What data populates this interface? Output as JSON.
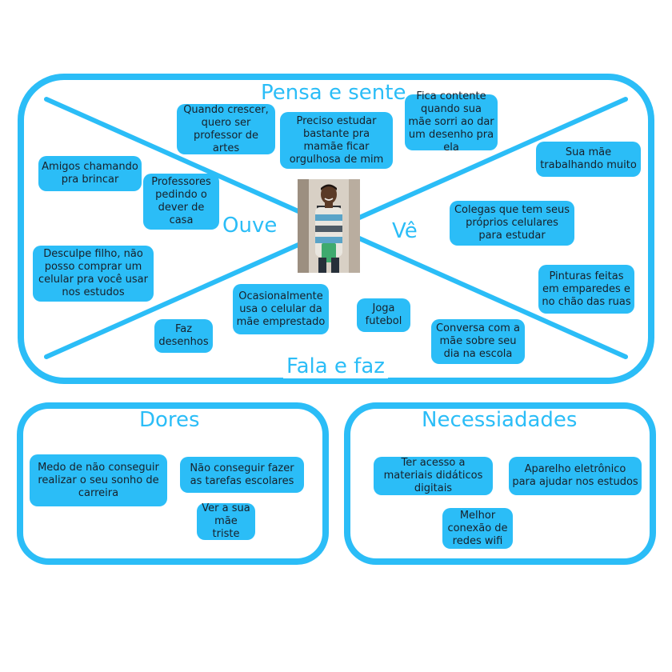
{
  "colors": {
    "accent": "#2BBDF7",
    "note_text": "#17202a"
  },
  "empathy_map": {
    "quadrants": {
      "think_feel": "Pensa e sente",
      "hear": "Ouve",
      "see": "Vê",
      "say_do": "Fala e faz"
    },
    "center_image": "boy-with-backpack-photo",
    "notes": [
      "Quando crescer, quero ser professor de artes",
      "Preciso estudar bastante pra mamãe ficar orgulhosa de mim",
      "Fica contente quando sua mãe sorri ao dar um desenho pra ela",
      "Sua mãe trabalhando muito",
      "Amigos chamando pra brincar",
      "Professores pedindo o dever de casa",
      "Colegas que tem seus próprios celulares para estudar",
      "Desculpe filho, não posso comprar um celular pra você usar nos estudos",
      "Pinturas feitas em emparedes e no chão das ruas",
      "Ocasionalmente usa o celular da mãe emprestado",
      "Joga futebol",
      "Faz desenhos",
      "Conversa com a mãe sobre seu dia na escola"
    ]
  },
  "pains": {
    "title": "Dores",
    "notes": [
      "Medo de não conseguir realizar o seu sonho de carreira",
      "Não conseguir fazer as tarefas escolares",
      "Ver a sua mãe triste"
    ]
  },
  "needs": {
    "title": "Necessiadades",
    "notes": [
      "Ter acesso a materiais didáticos digitais",
      "Aparelho eletrônico para ajudar nos estudos",
      "Melhor conexão de redes wifi"
    ]
  }
}
